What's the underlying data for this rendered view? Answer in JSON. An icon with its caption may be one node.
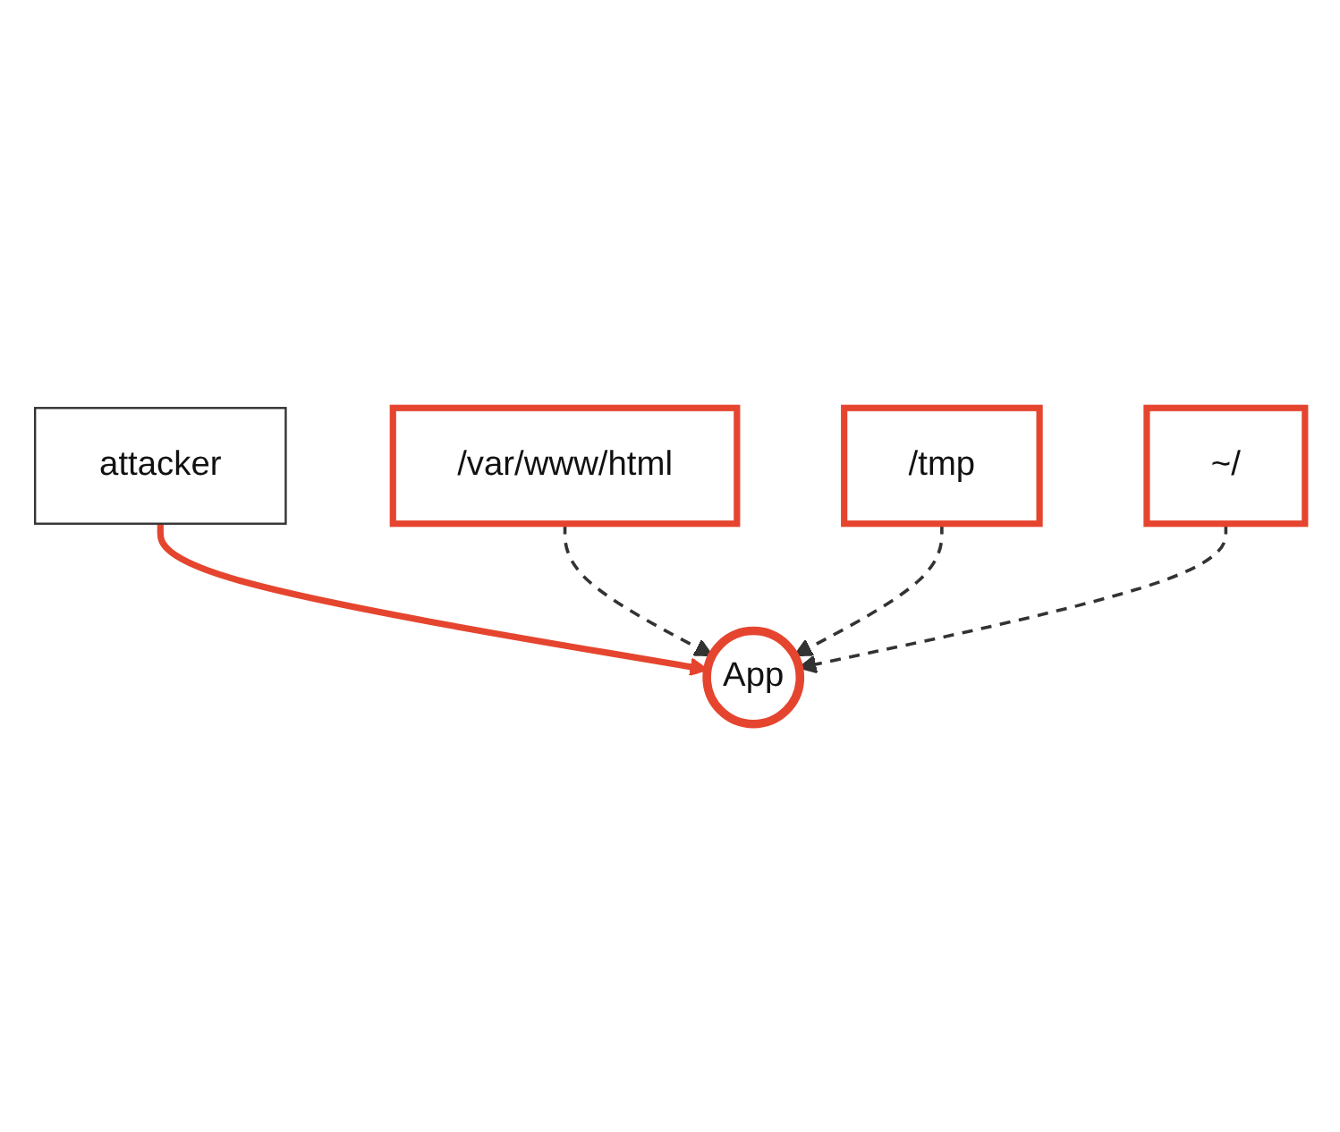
{
  "diagram": {
    "nodes": [
      {
        "text": [
          "attacker"
        ]
      },
      {
        "text": [
          "App"
        ]
      },
      {
        "text": [
          "/var/www/html"
        ]
      },
      {
        "text": [
          "/tmp"
        ]
      },
      {
        "text": [
          "~/"
        ]
      }
    ],
    "edges": [
      {
        "from": 0,
        "to": 1,
        "arrow": "to",
        "style": "thick",
        "color": "#e5452f"
      },
      {
        "from": 2,
        "to": 1,
        "arrow": "to",
        "style": "dashed"
      },
      {
        "from": 3,
        "to": 1,
        "arrow": "to",
        "style": "dashed"
      },
      {
        "from": 4,
        "to": 1,
        "arrow": "to",
        "style": "dashed"
      }
    ]
  }
}
